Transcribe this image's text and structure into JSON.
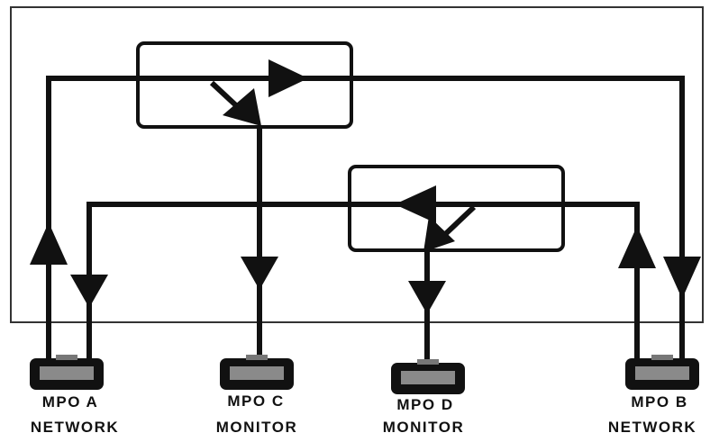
{
  "ports": [
    {
      "name": "MPO A",
      "role": "NETWORK"
    },
    {
      "name": "MPO C",
      "role": "MONITOR"
    },
    {
      "name": "MPO D",
      "role": "MONITOR"
    },
    {
      "name": "MPO B",
      "role": "NETWORK"
    }
  ],
  "colors": {
    "line": "#111111",
    "enclosure": "#333333",
    "connector_body": "#111111",
    "connector_face": "#8a8a8a"
  }
}
